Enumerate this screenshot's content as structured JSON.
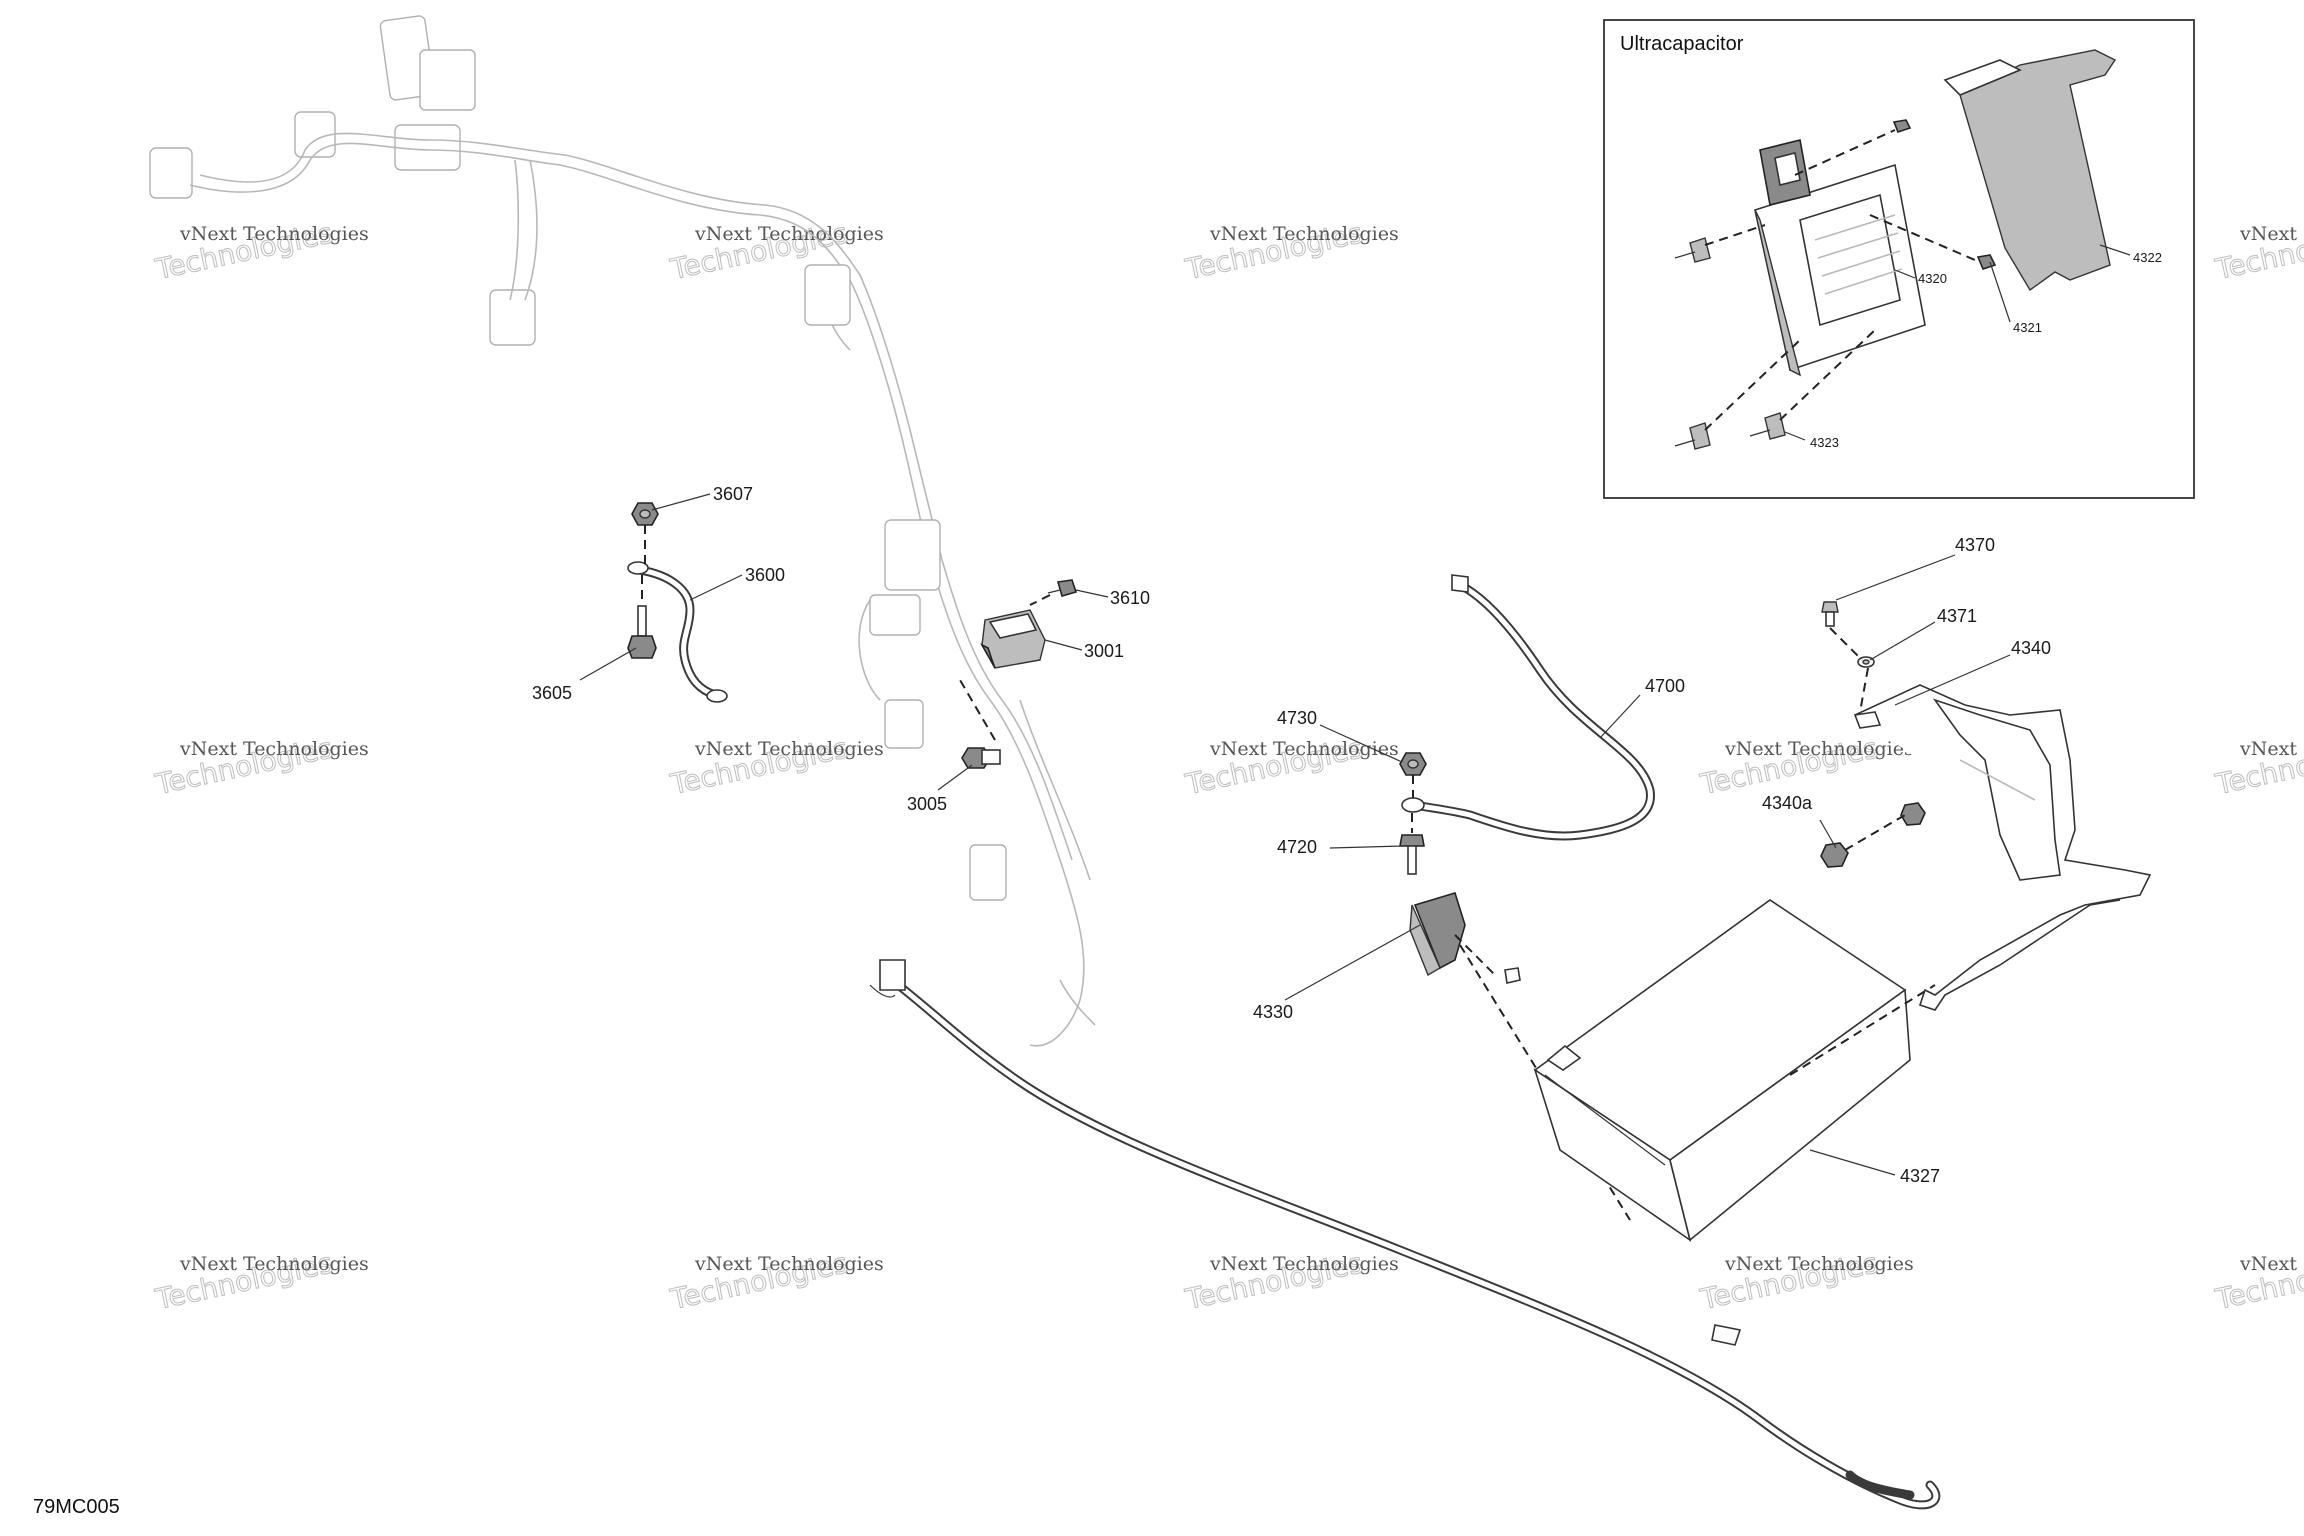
{
  "figure": {
    "reference": "79MC005"
  },
  "inset": {
    "title": "Ultracapacitor",
    "callouts": [
      "4320",
      "4321",
      "4322",
      "4323"
    ]
  },
  "callouts": {
    "c3607": "3607",
    "c3600": "3600",
    "c3605": "3605",
    "c3610": "3610",
    "c3001": "3001",
    "c3005": "3005",
    "c4370": "4370",
    "c4371": "4371",
    "c4340": "4340",
    "c4340a": "4340a",
    "c4700": "4700",
    "c4730": "4730",
    "c4720": "4720",
    "c4330": "4330",
    "c4327": "4327"
  },
  "watermark": {
    "line1": "vNext Technologies",
    "line2": "Technologies",
    "line3": "vNext"
  }
}
